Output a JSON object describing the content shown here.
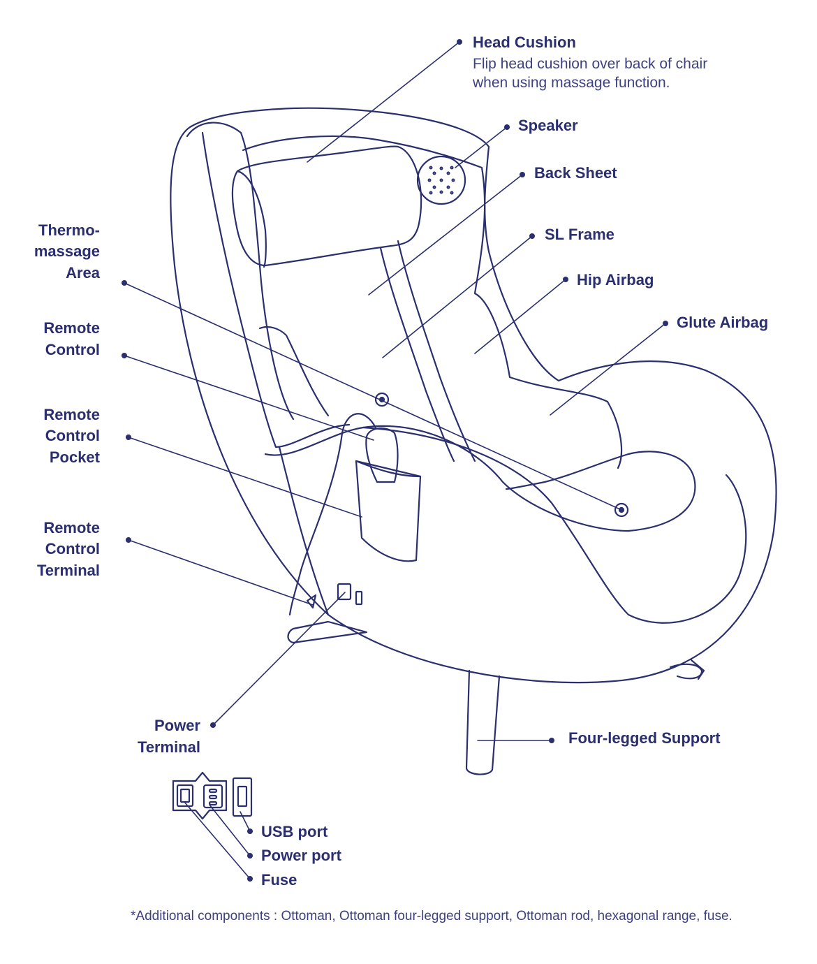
{
  "labels": {
    "head_cushion": "Head Cushion",
    "head_cushion_note_1": "Flip head cushion over back of chair",
    "head_cushion_note_2": "when using massage function.",
    "speaker": "Speaker",
    "back_sheet": "Back Sheet",
    "sl_frame": "SL Frame",
    "hip_airbag": "Hip Airbag",
    "glute_airbag": "Glute Airbag",
    "thermo_1": "Thermo-",
    "thermo_2": "massage",
    "thermo_3": "Area",
    "remote_control_1": "Remote",
    "remote_control_2": "Control",
    "remote_pocket_1": "Remote",
    "remote_pocket_2": "Control",
    "remote_pocket_3": "Pocket",
    "remote_terminal_1": "Remote",
    "remote_terminal_2": "Control",
    "remote_terminal_3": "Terminal",
    "power_terminal_1": "Power",
    "power_terminal_2": "Terminal",
    "four_legged_support": "Four-legged Support",
    "usb_port": "USB port",
    "power_port": "Power port",
    "fuse": "Fuse"
  },
  "footnote": "*Additional components : Ottoman, Ottoman four-legged support, Ottoman rod, hexagonal range, fuse.",
  "colors": {
    "line": "#2b2f6e",
    "text": "#2b2f6e",
    "background": "#ffffff"
  }
}
